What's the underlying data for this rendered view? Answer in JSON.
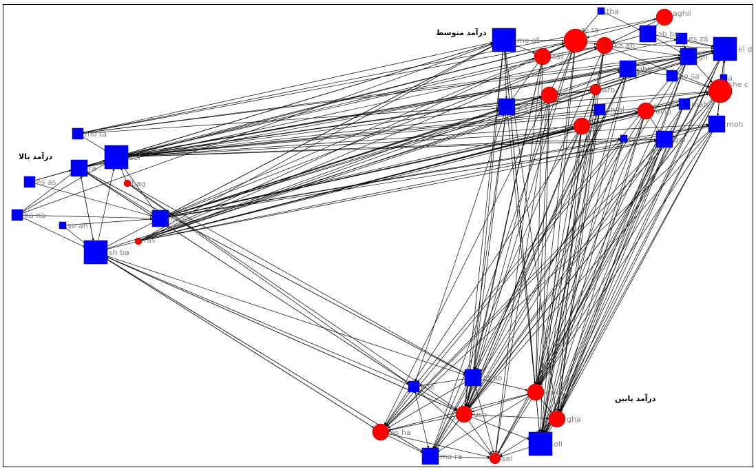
{
  "groups": {
    "high": "درآمد بالا",
    "middle": "درآمد متوسط",
    "low": "درآمد پایین"
  },
  "colors": {
    "square": "#0000ff",
    "circle": "#ff0000",
    "edge": "#000000",
    "label": "#808080"
  },
  "nodes": [
    {
      "id": "sef",
      "label": "sef",
      "shape": "square",
      "size": "large"
    },
    {
      "id": "mota",
      "label": "mo ta",
      "shape": "square",
      "size": "small"
    },
    {
      "id": "ra",
      "label": "ra",
      "shape": "square",
      "size": "medium"
    },
    {
      "id": "esas",
      "label": "es as",
      "shape": "square",
      "size": "small"
    },
    {
      "id": "bag",
      "label": "bag",
      "shape": "circle",
      "size": "tiny"
    },
    {
      "id": "hana",
      "label": "ha na",
      "shape": "square",
      "size": "small"
    },
    {
      "id": "seah",
      "label": "se ah",
      "shape": "square",
      "size": "tiny"
    },
    {
      "id": "haka",
      "label": "ha ka",
      "shape": "square",
      "size": "medium"
    },
    {
      "id": "shba",
      "label": "sh ba",
      "shape": "square",
      "size": "large"
    },
    {
      "id": "ras",
      "label": "ras",
      "shape": "circle",
      "size": "tiny"
    },
    {
      "id": "moaf",
      "label": "mo af",
      "shape": "square",
      "size": "large"
    },
    {
      "id": "rera",
      "label": "re ra",
      "shape": "circle",
      "size": "large"
    },
    {
      "id": "tha",
      "label": "tha",
      "shape": "square",
      "size": "tiny"
    },
    {
      "id": "aghil",
      "label": "aghil",
      "shape": "circle",
      "size": "medium"
    },
    {
      "id": "abbe",
      "label": "ab be",
      "shape": "square",
      "size": "medium"
    },
    {
      "id": "esza",
      "label": "es za",
      "shape": "square",
      "size": "small"
    },
    {
      "id": "eld",
      "label": "el d",
      "shape": "square",
      "size": "large"
    },
    {
      "id": "saf",
      "label": "saf",
      "shape": "circle",
      "size": "medium"
    },
    {
      "id": "kaab",
      "label": "ka ab",
      "shape": "circle",
      "size": "medium"
    },
    {
      "id": "gh",
      "label": "gh",
      "shape": "square",
      "size": "medium"
    },
    {
      "id": "gha2",
      "label": "gha",
      "shape": "square",
      "size": "medium"
    },
    {
      "id": "hosa",
      "label": "ho sa",
      "shape": "square",
      "size": "small"
    },
    {
      "id": "a",
      "label": "a",
      "shape": "square",
      "size": "tiny"
    },
    {
      "id": "she",
      "label": "she c",
      "shape": "circle",
      "size": "large"
    },
    {
      "id": "zel",
      "label": "zel",
      "shape": "square",
      "size": "medium"
    },
    {
      "id": "hal",
      "label": "hal",
      "shape": "circle",
      "size": "medium"
    },
    {
      "id": "arb",
      "label": "arb",
      "shape": "circle",
      "size": "small"
    },
    {
      "id": "shal",
      "label": "sh al",
      "shape": "square",
      "size": "small"
    },
    {
      "id": "aljo",
      "label": "al jo",
      "shape": "circle",
      "size": "medium"
    },
    {
      "id": "mah",
      "label": "mah",
      "shape": "square",
      "size": "small"
    },
    {
      "id": "ely",
      "label": "ely",
      "shape": "circle",
      "size": "medium"
    },
    {
      "id": "moh",
      "label": "moh",
      "shape": "square",
      "size": "medium"
    },
    {
      "id": "mogo",
      "label": "mo go",
      "shape": "square",
      "size": "tiny"
    },
    {
      "id": "gol",
      "label": "gol",
      "shape": "square",
      "size": "medium"
    },
    {
      "id": "asso",
      "label": "as so",
      "shape": "square",
      "size": "medium"
    },
    {
      "id": "khe",
      "label": "khe",
      "shape": "square",
      "size": "small"
    },
    {
      "id": "esmo",
      "label": "es mo",
      "shape": "circle",
      "size": "medium"
    },
    {
      "id": "uso",
      "label": "uso",
      "shape": "circle",
      "size": "medium"
    },
    {
      "id": "gha",
      "label": "gha",
      "shape": "circle",
      "size": "medium"
    },
    {
      "id": "esha",
      "label": "es ha",
      "shape": "circle",
      "size": "medium"
    },
    {
      "id": "oll",
      "label": "oll",
      "shape": "square",
      "size": "large"
    },
    {
      "id": "mara",
      "label": "ma ra",
      "shape": "square",
      "size": "medium"
    },
    {
      "id": "sel",
      "label": "sel",
      "shape": "circle",
      "size": "small"
    }
  ],
  "edges": [
    [
      "sef",
      "moaf"
    ],
    [
      "sef",
      "rera"
    ],
    [
      "sef",
      "saf"
    ],
    [
      "sef",
      "kaab"
    ],
    [
      "sef",
      "gh"
    ],
    [
      "sef",
      "eld"
    ],
    [
      "sef",
      "she"
    ],
    [
      "sef",
      "zel"
    ],
    [
      "sef",
      "hal"
    ],
    [
      "sef",
      "gha2"
    ],
    [
      "sef",
      "aljo"
    ],
    [
      "sef",
      "moh"
    ],
    [
      "sef",
      "mogo"
    ],
    [
      "sef",
      "gol"
    ],
    [
      "sef",
      "shal"
    ],
    [
      "sef",
      "arb"
    ],
    [
      "sef",
      "ely"
    ],
    [
      "sef",
      "mah"
    ],
    [
      "mota",
      "sef"
    ],
    [
      "mota",
      "moaf"
    ],
    [
      "mota",
      "rera"
    ],
    [
      "mota",
      "she"
    ],
    [
      "mota",
      "gh"
    ],
    [
      "mota",
      "eld"
    ],
    [
      "mota",
      "aghil"
    ],
    [
      "ra",
      "moaf"
    ],
    [
      "ra",
      "sef"
    ],
    [
      "ra",
      "haka"
    ],
    [
      "ra",
      "shba"
    ],
    [
      "ra",
      "rera"
    ],
    [
      "ra",
      "esza"
    ],
    [
      "ra",
      "gh"
    ],
    [
      "ra",
      "khe"
    ],
    [
      "ra",
      "asso"
    ],
    [
      "esas",
      "sef"
    ],
    [
      "esas",
      "ra"
    ],
    [
      "esas",
      "haka"
    ],
    [
      "hana",
      "sef"
    ],
    [
      "hana",
      "ra"
    ],
    [
      "hana",
      "shba"
    ],
    [
      "hana",
      "haka"
    ],
    [
      "hana",
      "moaf"
    ],
    [
      "seah",
      "shba"
    ],
    [
      "seah",
      "haka"
    ],
    [
      "haka",
      "moaf"
    ],
    [
      "haka",
      "rera"
    ],
    [
      "haka",
      "kaab"
    ],
    [
      "haka",
      "she"
    ],
    [
      "haka",
      "gh"
    ],
    [
      "haka",
      "eld"
    ],
    [
      "haka",
      "zel"
    ],
    [
      "haka",
      "aljo"
    ],
    [
      "haka",
      "moh"
    ],
    [
      "haka",
      "gol"
    ],
    [
      "haka",
      "gha2"
    ],
    [
      "haka",
      "mah"
    ],
    [
      "haka",
      "ely"
    ],
    [
      "haka",
      "mogo"
    ],
    [
      "haka",
      "hal"
    ],
    [
      "haka",
      "sef"
    ],
    [
      "shba",
      "sef"
    ],
    [
      "shba",
      "ra"
    ],
    [
      "shba",
      "moaf"
    ],
    [
      "shba",
      "eld"
    ],
    [
      "shba",
      "she"
    ],
    [
      "shba",
      "khe"
    ],
    [
      "shba",
      "asso"
    ],
    [
      "shba",
      "esha"
    ],
    [
      "shba",
      "uso"
    ],
    [
      "shba",
      "mara"
    ],
    [
      "ras",
      "moaf"
    ],
    [
      "ras",
      "rera"
    ],
    [
      "ras",
      "kaab"
    ],
    [
      "ras",
      "gh"
    ],
    [
      "ras",
      "she"
    ],
    [
      "ras",
      "eld"
    ],
    [
      "ras",
      "aljo"
    ],
    [
      "ras",
      "moh"
    ],
    [
      "ras",
      "gol"
    ],
    [
      "ras",
      "gha2"
    ],
    [
      "ras",
      "zel"
    ],
    [
      "ras",
      "mah"
    ],
    [
      "ras",
      "ely"
    ],
    [
      "bag",
      "sef"
    ],
    [
      "bag",
      "uso"
    ],
    [
      "bag",
      "khe"
    ],
    [
      "bag",
      "asso"
    ],
    [
      "moaf",
      "rera"
    ],
    [
      "moaf",
      "saf"
    ],
    [
      "moaf",
      "zel"
    ],
    [
      "moaf",
      "esmo"
    ],
    [
      "moaf",
      "uso"
    ],
    [
      "moaf",
      "asso"
    ],
    [
      "moaf",
      "gha"
    ],
    [
      "moaf",
      "oll"
    ],
    [
      "rera",
      "saf"
    ],
    [
      "rera",
      "kaab"
    ],
    [
      "rera",
      "eld"
    ],
    [
      "rera",
      "esmo"
    ],
    [
      "rera",
      "uso"
    ],
    [
      "rera",
      "oll"
    ],
    [
      "rera",
      "mara"
    ],
    [
      "rera",
      "esha"
    ],
    [
      "saf",
      "kaab"
    ],
    [
      "saf",
      "zel"
    ],
    [
      "saf",
      "asso"
    ],
    [
      "saf",
      "esmo"
    ],
    [
      "saf",
      "sel"
    ],
    [
      "saf",
      "uso"
    ],
    [
      "kaab",
      "she"
    ],
    [
      "kaab",
      "gh"
    ],
    [
      "kaab",
      "esmo"
    ],
    [
      "kaab",
      "oll"
    ],
    [
      "kaab",
      "gha"
    ],
    [
      "kaab",
      "mara"
    ],
    [
      "gh",
      "she"
    ],
    [
      "gh",
      "eld"
    ],
    [
      "gh",
      "esmo"
    ],
    [
      "gh",
      "uso"
    ],
    [
      "gh",
      "oll"
    ],
    [
      "gh",
      "gha"
    ],
    [
      "gh",
      "khe"
    ],
    [
      "eld",
      "she"
    ],
    [
      "eld",
      "moh"
    ],
    [
      "eld",
      "esmo"
    ],
    [
      "eld",
      "oll"
    ],
    [
      "eld",
      "gha"
    ],
    [
      "eld",
      "sel"
    ],
    [
      "she",
      "moh"
    ],
    [
      "she",
      "esmo"
    ],
    [
      "she",
      "uso"
    ],
    [
      "she",
      "oll"
    ],
    [
      "she",
      "gha"
    ],
    [
      "she",
      "esha"
    ],
    [
      "she",
      "mara"
    ],
    [
      "zel",
      "hal"
    ],
    [
      "zel",
      "esmo"
    ],
    [
      "zel",
      "uso"
    ],
    [
      "zel",
      "asso"
    ],
    [
      "zel",
      "khe"
    ],
    [
      "hal",
      "arb"
    ],
    [
      "hal",
      "esmo"
    ],
    [
      "hal",
      "oll"
    ],
    [
      "hal",
      "sel"
    ],
    [
      "hal",
      "uso"
    ],
    [
      "aljo",
      "gol"
    ],
    [
      "aljo",
      "esmo"
    ],
    [
      "aljo",
      "oll"
    ],
    [
      "aljo",
      "gha"
    ],
    [
      "aljo",
      "mara"
    ],
    [
      "moh",
      "gol"
    ],
    [
      "moh",
      "esmo"
    ],
    [
      "moh",
      "oll"
    ],
    [
      "moh",
      "gha"
    ],
    [
      "moh",
      "uso"
    ],
    [
      "moh",
      "esha"
    ],
    [
      "gol",
      "esmo"
    ],
    [
      "gol",
      "uso"
    ],
    [
      "gol",
      "oll"
    ],
    [
      "gol",
      "gha"
    ],
    [
      "gol",
      "sel"
    ],
    [
      "gol",
      "esha"
    ],
    [
      "gha2",
      "esmo"
    ],
    [
      "gha2",
      "uso"
    ],
    [
      "gha2",
      "oll"
    ],
    [
      "gha2",
      "asso"
    ],
    [
      "gha2",
      "mara"
    ],
    [
      "mah",
      "esmo"
    ],
    [
      "mah",
      "oll"
    ],
    [
      "mah",
      "gha"
    ],
    [
      "mah",
      "uso"
    ],
    [
      "ely",
      "esmo"
    ],
    [
      "ely",
      "oll"
    ],
    [
      "ely",
      "uso"
    ],
    [
      "ely",
      "gha"
    ],
    [
      "ely",
      "esha"
    ],
    [
      "shal",
      "esmo"
    ],
    [
      "shal",
      "uso"
    ],
    [
      "shal",
      "oll"
    ],
    [
      "shal",
      "gha"
    ],
    [
      "arb",
      "esmo"
    ],
    [
      "arb",
      "oll"
    ],
    [
      "arb",
      "uso"
    ],
    [
      "mogo",
      "esmo"
    ],
    [
      "mogo",
      "uso"
    ],
    [
      "mogo",
      "oll"
    ],
    [
      "mogo",
      "esha"
    ],
    [
      "asso",
      "khe"
    ],
    [
      "asso",
      "uso"
    ],
    [
      "asso",
      "esmo"
    ],
    [
      "asso",
      "esha"
    ],
    [
      "asso",
      "sel"
    ],
    [
      "asso",
      "mara"
    ],
    [
      "khe",
      "mara"
    ],
    [
      "khe",
      "esha"
    ],
    [
      "khe",
      "uso"
    ],
    [
      "khe",
      "sel"
    ],
    [
      "esmo",
      "uso"
    ],
    [
      "esmo",
      "gha"
    ],
    [
      "esmo",
      "oll"
    ],
    [
      "esmo",
      "sel"
    ],
    [
      "esmo",
      "esha"
    ],
    [
      "esmo",
      "mara"
    ],
    [
      "uso",
      "esha"
    ],
    [
      "uso",
      "mara"
    ],
    [
      "uso",
      "sel"
    ],
    [
      "uso",
      "oll"
    ],
    [
      "uso",
      "gha"
    ],
    [
      "gha",
      "oll"
    ],
    [
      "gha",
      "sel"
    ],
    [
      "esha",
      "mara"
    ],
    [
      "esha",
      "sel"
    ],
    [
      "mara",
      "sel"
    ],
    [
      "oll",
      "sel"
    ],
    [
      "aghil",
      "rera"
    ],
    [
      "aghil",
      "kaab"
    ],
    [
      "aghil",
      "abbe"
    ],
    [
      "tha",
      "rera"
    ],
    [
      "tha",
      "abbe"
    ],
    [
      "abbe",
      "gh"
    ],
    [
      "abbe",
      "eld"
    ],
    [
      "abbe",
      "kaab"
    ],
    [
      "esza",
      "gh"
    ],
    [
      "esza",
      "eld"
    ],
    [
      "hosa",
      "she"
    ],
    [
      "hosa",
      "gha2"
    ],
    [
      "a",
      "she"
    ],
    [
      "a",
      "eld"
    ],
    [
      "esha",
      "shba"
    ],
    [
      "mara",
      "shba"
    ],
    [
      "uso",
      "shba"
    ],
    [
      "khe",
      "ra"
    ],
    [
      "asso",
      "ra"
    ]
  ]
}
